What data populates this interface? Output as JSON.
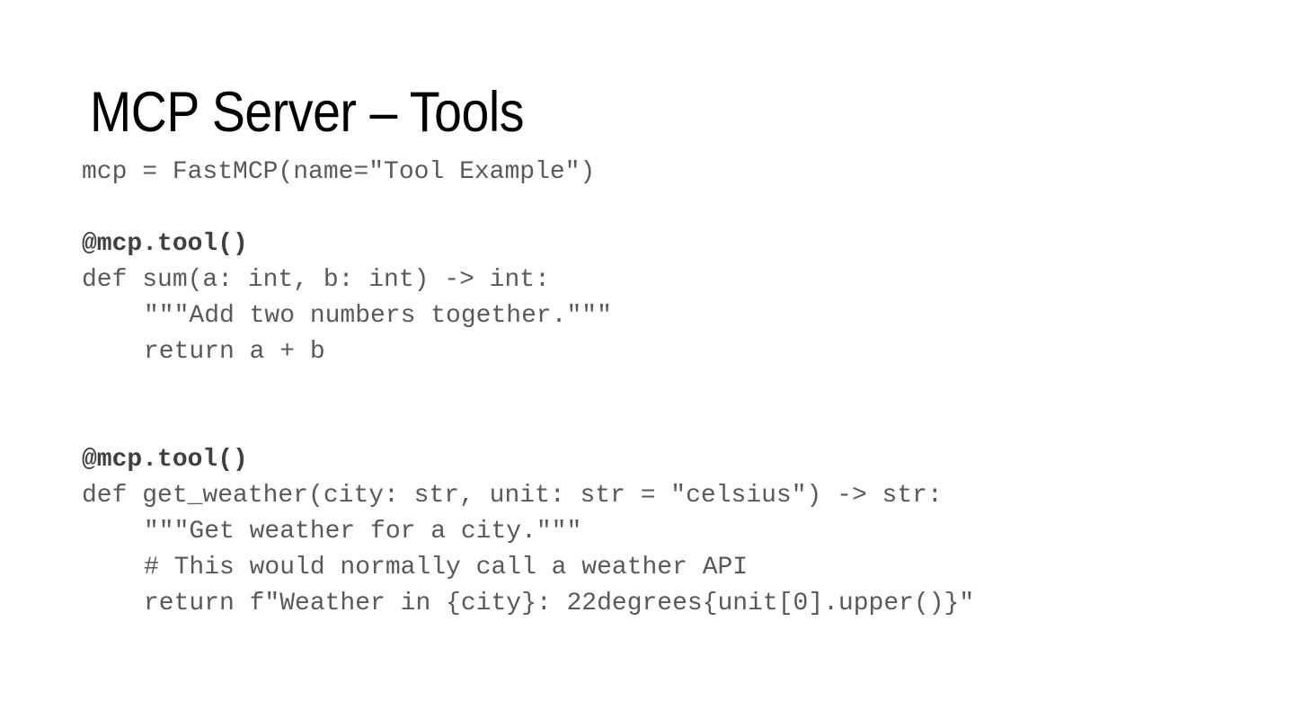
{
  "slide": {
    "title": "MCP Server – Tools",
    "background_color": "#ffffff",
    "title_color": "#000000",
    "code_color": "#595959",
    "decorator_color": "#3f3f3f"
  },
  "code": {
    "language": "python",
    "lines": [
      {
        "text": "mcp = FastMCP(name=\"Tool Example\")",
        "indent": 0,
        "style": "plain"
      },
      {
        "text": "",
        "indent": 0,
        "style": "blank"
      },
      {
        "text": "@mcp.tool()",
        "indent": 0,
        "style": "decorator"
      },
      {
        "text": "def sum(a: int, b: int) -> int:",
        "indent": 0,
        "style": "plain"
      },
      {
        "text": "\"\"\"Add two numbers together.\"\"\"",
        "indent": 1,
        "style": "plain"
      },
      {
        "text": "return a + b",
        "indent": 1,
        "style": "plain"
      },
      {
        "text": "",
        "indent": 0,
        "style": "blank"
      },
      {
        "text": "",
        "indent": 0,
        "style": "blank"
      },
      {
        "text": "@mcp.tool()",
        "indent": 0,
        "style": "decorator"
      },
      {
        "text": "def get_weather(city: str, unit: str = \"celsius\") -> str:",
        "indent": 0,
        "style": "plain"
      },
      {
        "text": "\"\"\"Get weather for a city.\"\"\"",
        "indent": 1,
        "style": "plain"
      },
      {
        "text": "# This would normally call a weather API",
        "indent": 1,
        "style": "plain"
      },
      {
        "text": "return f\"Weather in {city}: 22degrees{unit[0].upper()}\"",
        "indent": 1,
        "style": "plain"
      }
    ]
  }
}
